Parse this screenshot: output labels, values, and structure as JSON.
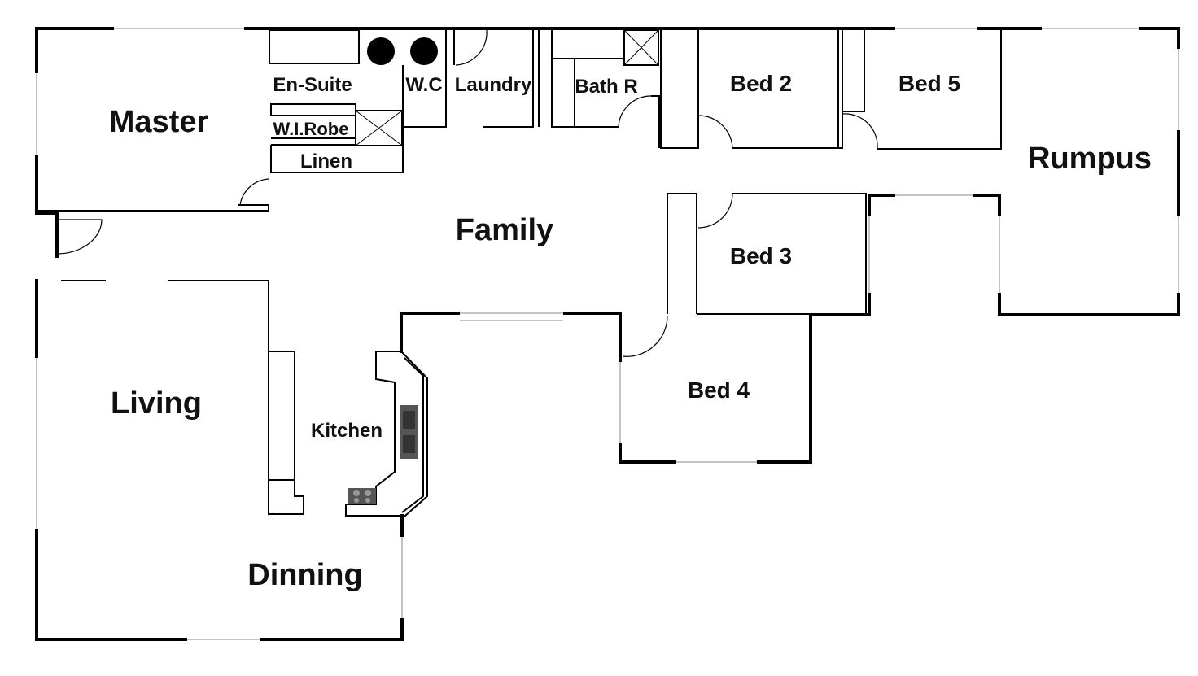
{
  "rooms": {
    "master": "Master",
    "ensuite": "En-Suite",
    "wc": "W.C",
    "laundry": "Laundry",
    "bath": "Bath R",
    "bed2": "Bed 2",
    "bed5": "Bed 5",
    "rumpus": "Rumpus",
    "wirobe": "W.I.Robe",
    "linen": "Linen",
    "family": "Family",
    "bed3": "Bed 3",
    "living": "Living",
    "kitchen": "Kitchen",
    "bed4": "Bed 4",
    "dinning": "Dinning"
  }
}
